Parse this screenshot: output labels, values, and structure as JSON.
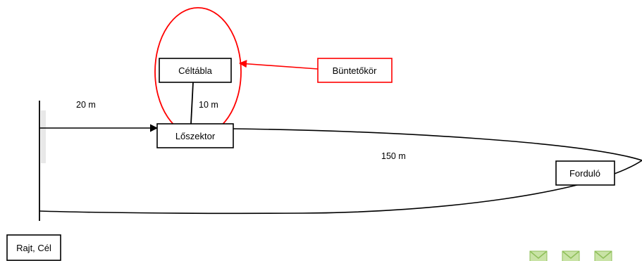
{
  "labels": {
    "target": "Céltábla",
    "penalty_loop": "Büntetőkör",
    "distance_to_sector": "20 m",
    "distance_to_target": "10 m",
    "ammo_sector": "Lőszektor",
    "loop_length": "150 m",
    "turn_point": "Forduló",
    "start_finish": "Rajt, Cél"
  },
  "colors": {
    "line": "#000000",
    "penalty": "#ff0000",
    "icon_green": "#8fbf5a",
    "icon_green_light": "#c9e3a6"
  },
  "icons": [
    "envelope-icon",
    "envelope-icon",
    "envelope-icon"
  ]
}
